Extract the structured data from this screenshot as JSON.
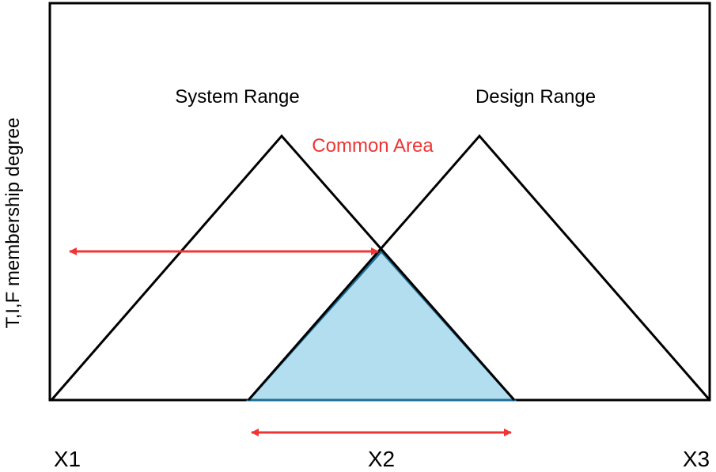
{
  "labels": {
    "system_range": "System Range",
    "design_range": "Design Range",
    "common_area": "Common Area",
    "y_axis": "T,I,F membership degree",
    "x1": "X1",
    "x2": "X2",
    "x3": "X3"
  },
  "colors": {
    "outline": "#000000",
    "arrow": "#f03535",
    "common_area_label": "#f03535",
    "common_fill": "#b3def0",
    "common_stroke": "#1e6f95"
  }
}
